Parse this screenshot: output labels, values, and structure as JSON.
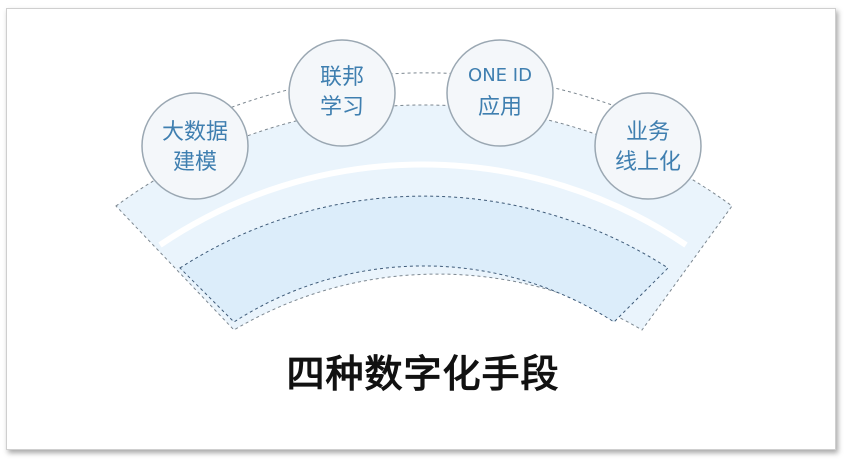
{
  "title": "四种数字化手段",
  "nodes": [
    {
      "line1": "大数据",
      "line2": "建模"
    },
    {
      "line1": "联邦",
      "line2": "学习"
    },
    {
      "line1": "ONE ID",
      "line2": "应用"
    },
    {
      "line1": "业务",
      "line2": "线上化"
    }
  ],
  "colors": {
    "outer_band": "#eaf4fc",
    "inner_band": "#dcedfa",
    "circle_fill": "#f4f7fa",
    "circle_stroke": "#9aa7b2",
    "node_text": "#3f7fb0",
    "title_text": "#111111",
    "dash": "#7c8790"
  }
}
